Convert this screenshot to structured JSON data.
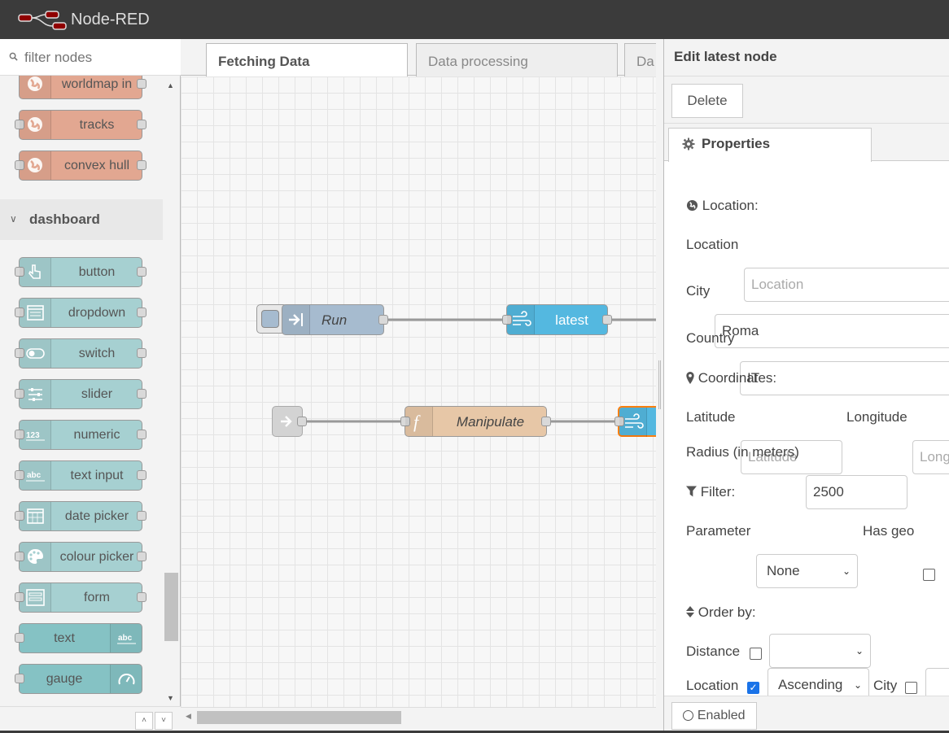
{
  "app": {
    "title": "Node-RED"
  },
  "palette": {
    "filter_placeholder": "filter nodes",
    "worldmap_nodes": [
      "worldmap in",
      "tracks",
      "convex hull"
    ],
    "category": "dashboard",
    "dashboard_nodes": [
      {
        "label": "button",
        "icon": "hand-pointer-icon"
      },
      {
        "label": "dropdown",
        "icon": "list-icon"
      },
      {
        "label": "switch",
        "icon": "toggle-icon"
      },
      {
        "label": "slider",
        "icon": "sliders-icon"
      },
      {
        "label": "numeric",
        "icon": "numeric-icon"
      },
      {
        "label": "text input",
        "icon": "text-input-icon"
      },
      {
        "label": "date picker",
        "icon": "calendar-icon"
      },
      {
        "label": "colour picker",
        "icon": "palette-icon"
      },
      {
        "label": "form",
        "icon": "form-icon"
      },
      {
        "label": "text",
        "icon": "text-icon"
      },
      {
        "label": "gauge",
        "icon": "gauge-icon"
      }
    ]
  },
  "workspace": {
    "tabs": [
      "Fetching Data",
      "Data processing",
      "Da"
    ],
    "flow_nodes": {
      "run": "Run",
      "latest": "latest",
      "manipulate": "Manipulate"
    }
  },
  "editor": {
    "title": "Edit latest node",
    "delete_label": "Delete",
    "tab_properties": "Properties",
    "location_section": "Location:",
    "location_label": "Location",
    "location_placeholder": "Location",
    "city_label": "City",
    "city_value": "Roma",
    "country_label": "Country",
    "country_value": "IT",
    "coordinates_section": "Coordinates:",
    "latitude_label": "Latitude",
    "latitude_placeholder": "Latitude",
    "longitude_label": "Longitude",
    "longitude_placeholder": "Longitude",
    "radius_label": "Radius (in meters)",
    "radius_value": "2500",
    "filter_section": "Filter:",
    "parameter_label": "Parameter",
    "parameter_value": "None",
    "has_geo_label": "Has geo",
    "order_section": "Order by:",
    "distance_label": "Distance",
    "order_location_label": "Location",
    "order_location_value": "Ascending",
    "order_city_label": "City",
    "enabled_label": "Enabled"
  },
  "colors": {
    "header": "#3b3b3b",
    "worldmap_node": "#e2a791",
    "dashboard_node": "#a6d0d1",
    "inject_node": "#a6bbcf",
    "openaq_node": "#54b8e0",
    "function_node": "#e7c7a7",
    "accent_check": "#1a73e8"
  }
}
